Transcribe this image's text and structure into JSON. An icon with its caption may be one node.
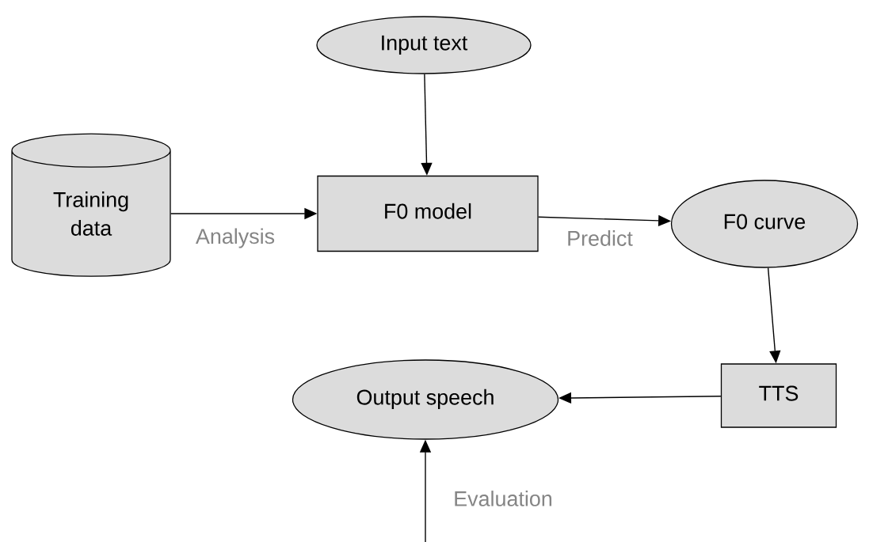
{
  "diagram": {
    "nodes": [
      {
        "text": [
          "Input text"
        ]
      },
      {
        "text": [
          "Training data"
        ]
      },
      {
        "text": [
          "F0 model"
        ]
      },
      {
        "text": [
          "F0 curve"
        ]
      },
      {
        "text": [
          "TTS"
        ]
      },
      {
        "text": [
          "Output speech"
        ]
      }
    ],
    "edges": [
      {
        "from": 0,
        "to": 2,
        "arrow": "to"
      },
      {
        "from": 1,
        "to": 2,
        "arrow": "to",
        "label": "Analysis"
      },
      {
        "from": 2,
        "to": 3,
        "arrow": "to",
        "label": "Predict"
      },
      {
        "from": 3,
        "to": 4,
        "arrow": "to"
      },
      {
        "from": 4,
        "to": 5,
        "arrow": "to"
      },
      {
        "from": null,
        "to": 5,
        "arrow": "to",
        "label": "Evaluation"
      }
    ]
  }
}
